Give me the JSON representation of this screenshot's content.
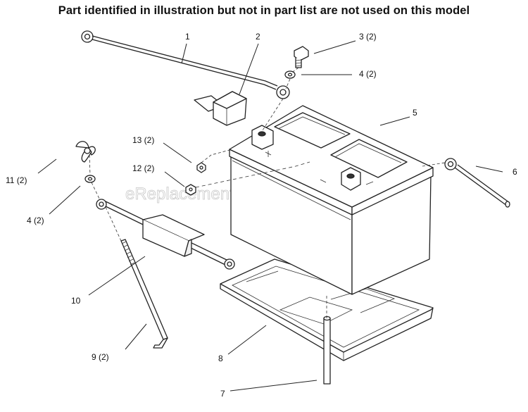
{
  "header": {
    "title": "Part identified in illustration but not in part list are not used on this model"
  },
  "watermark": "eReplacementParts.com",
  "callouts": [
    {
      "id": "c1",
      "label": "1"
    },
    {
      "id": "c2",
      "label": "2"
    },
    {
      "id": "c3",
      "label": "3 (2)"
    },
    {
      "id": "c4a",
      "label": "4 (2)"
    },
    {
      "id": "c5",
      "label": "5"
    },
    {
      "id": "c6",
      "label": "6"
    },
    {
      "id": "c13",
      "label": "13 (2)"
    },
    {
      "id": "c12",
      "label": "12 (2)"
    },
    {
      "id": "c11",
      "label": "11 (2)"
    },
    {
      "id": "c4b",
      "label": "4 (2)"
    },
    {
      "id": "c10",
      "label": "10"
    },
    {
      "id": "c9",
      "label": "9 (2)"
    },
    {
      "id": "c8",
      "label": "8"
    },
    {
      "id": "c7",
      "label": "7"
    }
  ]
}
